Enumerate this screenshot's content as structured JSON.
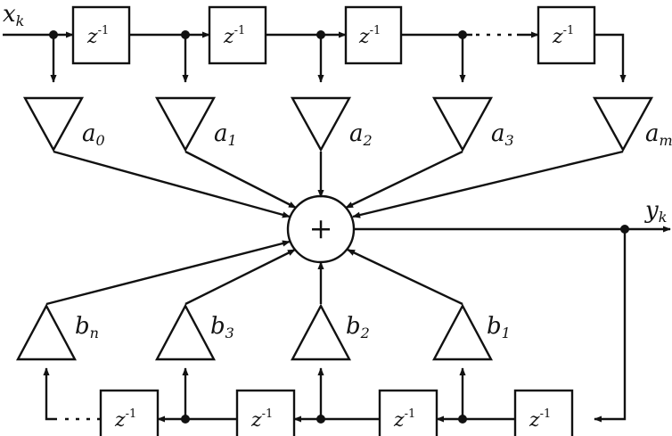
{
  "input_label": "x",
  "input_subscript": "k",
  "output_label": "y",
  "output_subscript": "k",
  "delay_label": "z",
  "delay_exponent": "-1",
  "adder_symbol": "+",
  "feedforward_gains": [
    {
      "name": "a",
      "sub": "0"
    },
    {
      "name": "a",
      "sub": "1"
    },
    {
      "name": "a",
      "sub": "2"
    },
    {
      "name": "a",
      "sub": "3"
    },
    {
      "name": "a",
      "sub": "m"
    }
  ],
  "feedback_gains": [
    {
      "name": "b",
      "sub": "n"
    },
    {
      "name": "b",
      "sub": "3"
    },
    {
      "name": "b",
      "sub": "2"
    },
    {
      "name": "b",
      "sub": "1"
    }
  ],
  "colors": {
    "ink": "#111111",
    "background": "#ffffff"
  }
}
